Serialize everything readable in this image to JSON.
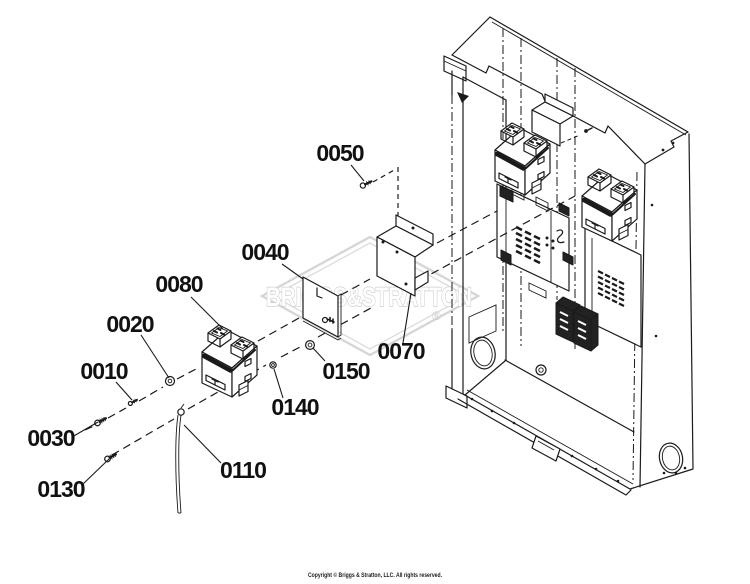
{
  "diagram": {
    "type": "exploded-parts-diagram",
    "callouts": [
      {
        "id": "0010"
      },
      {
        "id": "0020"
      },
      {
        "id": "0030"
      },
      {
        "id": "0040"
      },
      {
        "id": "0050"
      },
      {
        "id": "0070"
      },
      {
        "id": "0080"
      },
      {
        "id": "0110"
      },
      {
        "id": "0130"
      },
      {
        "id": "0140"
      },
      {
        "id": "0150"
      }
    ],
    "watermark": {
      "brand": "BRIGGS&STRATTON",
      "registered": "®"
    },
    "footer": {
      "copyright": "Copyright © Briggs & Stratton, LLC. All rights reserved."
    },
    "colors": {
      "line": "#1a1a1a",
      "watermark": "#d6d6d6",
      "background": "#ffffff"
    }
  }
}
